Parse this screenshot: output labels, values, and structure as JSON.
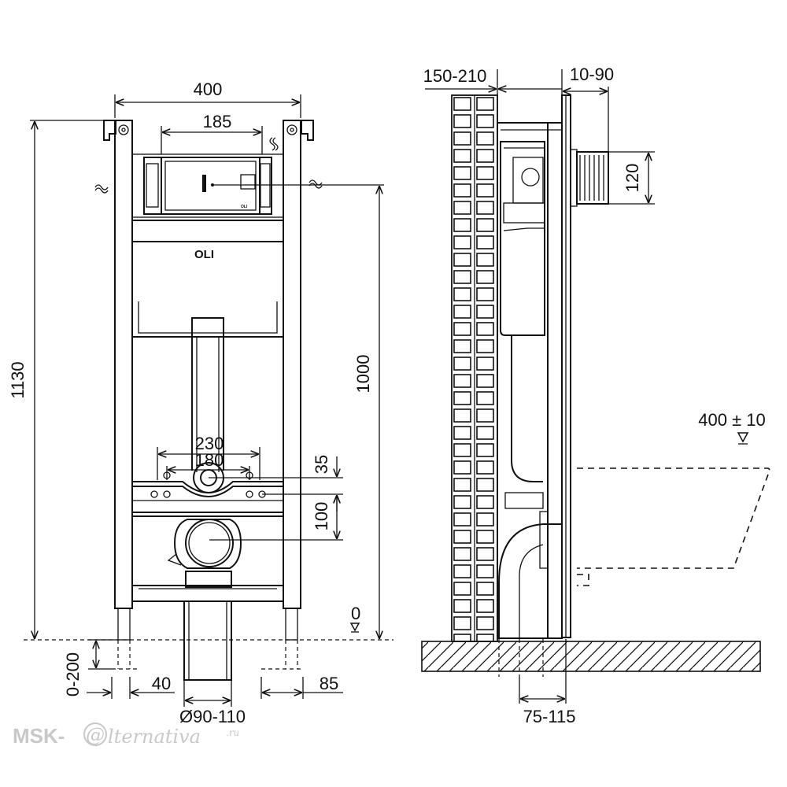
{
  "front_view": {
    "width": "400",
    "plate_width": "185",
    "total_height": "1130",
    "connection_height": "1000",
    "bolt_spacing_outer": "230",
    "bolt_spacing_inner": "180",
    "bolt_offset": "35",
    "drain_offset": "100",
    "foot_range": "0-200",
    "foot_offset_left": "40",
    "foot_offset_right": "85",
    "pipe_diameter": "Ø90-110",
    "floor_mark": "0",
    "logo": "OLI",
    "panel_logo": "OLI"
  },
  "side_view": {
    "wall_range": "150-210",
    "front_range": "10-90",
    "inlet_height": "120",
    "seat_height": "400 ± 10",
    "drain_range": "75-115"
  },
  "watermark": {
    "brand": "MSK-",
    "at_sign": "@",
    "suffix": "lternativa",
    "domain": ".ru"
  }
}
